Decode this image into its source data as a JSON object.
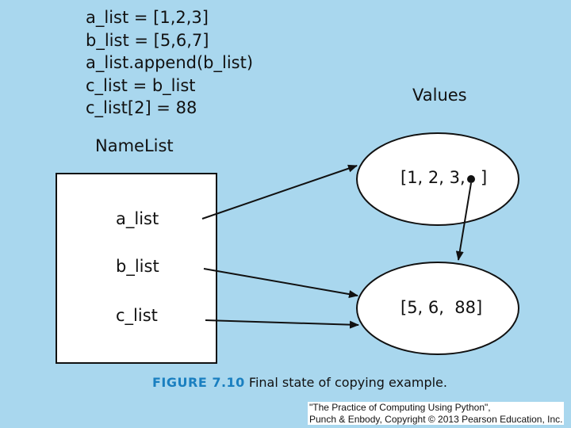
{
  "code_lines": [
    "a_list = [1,2,3]",
    "b_list = [5,6,7]",
    "a_list.append(b_list)",
    "c_list = b_list",
    "c_list[2] = 88"
  ],
  "values_heading": "Values",
  "namelist_heading": "NameList",
  "names": [
    "a_list",
    "b_list",
    "c_list"
  ],
  "value_objects": [
    {
      "text": "[1, 2, 3,",
      "close": "]"
    },
    {
      "text": "[5, 6,  88]"
    }
  ],
  "caption": {
    "label": "FIGURE 7.10",
    "text": "Final state of copying example."
  },
  "credit": {
    "line1": "\"The Practice of Computing Using Python\",",
    "line2": "Punch & Enbody, Copyright © 2013 Pearson Education, Inc."
  },
  "colors": {
    "background": "#a9d7ee",
    "caption_label": "#1a7fc0"
  }
}
